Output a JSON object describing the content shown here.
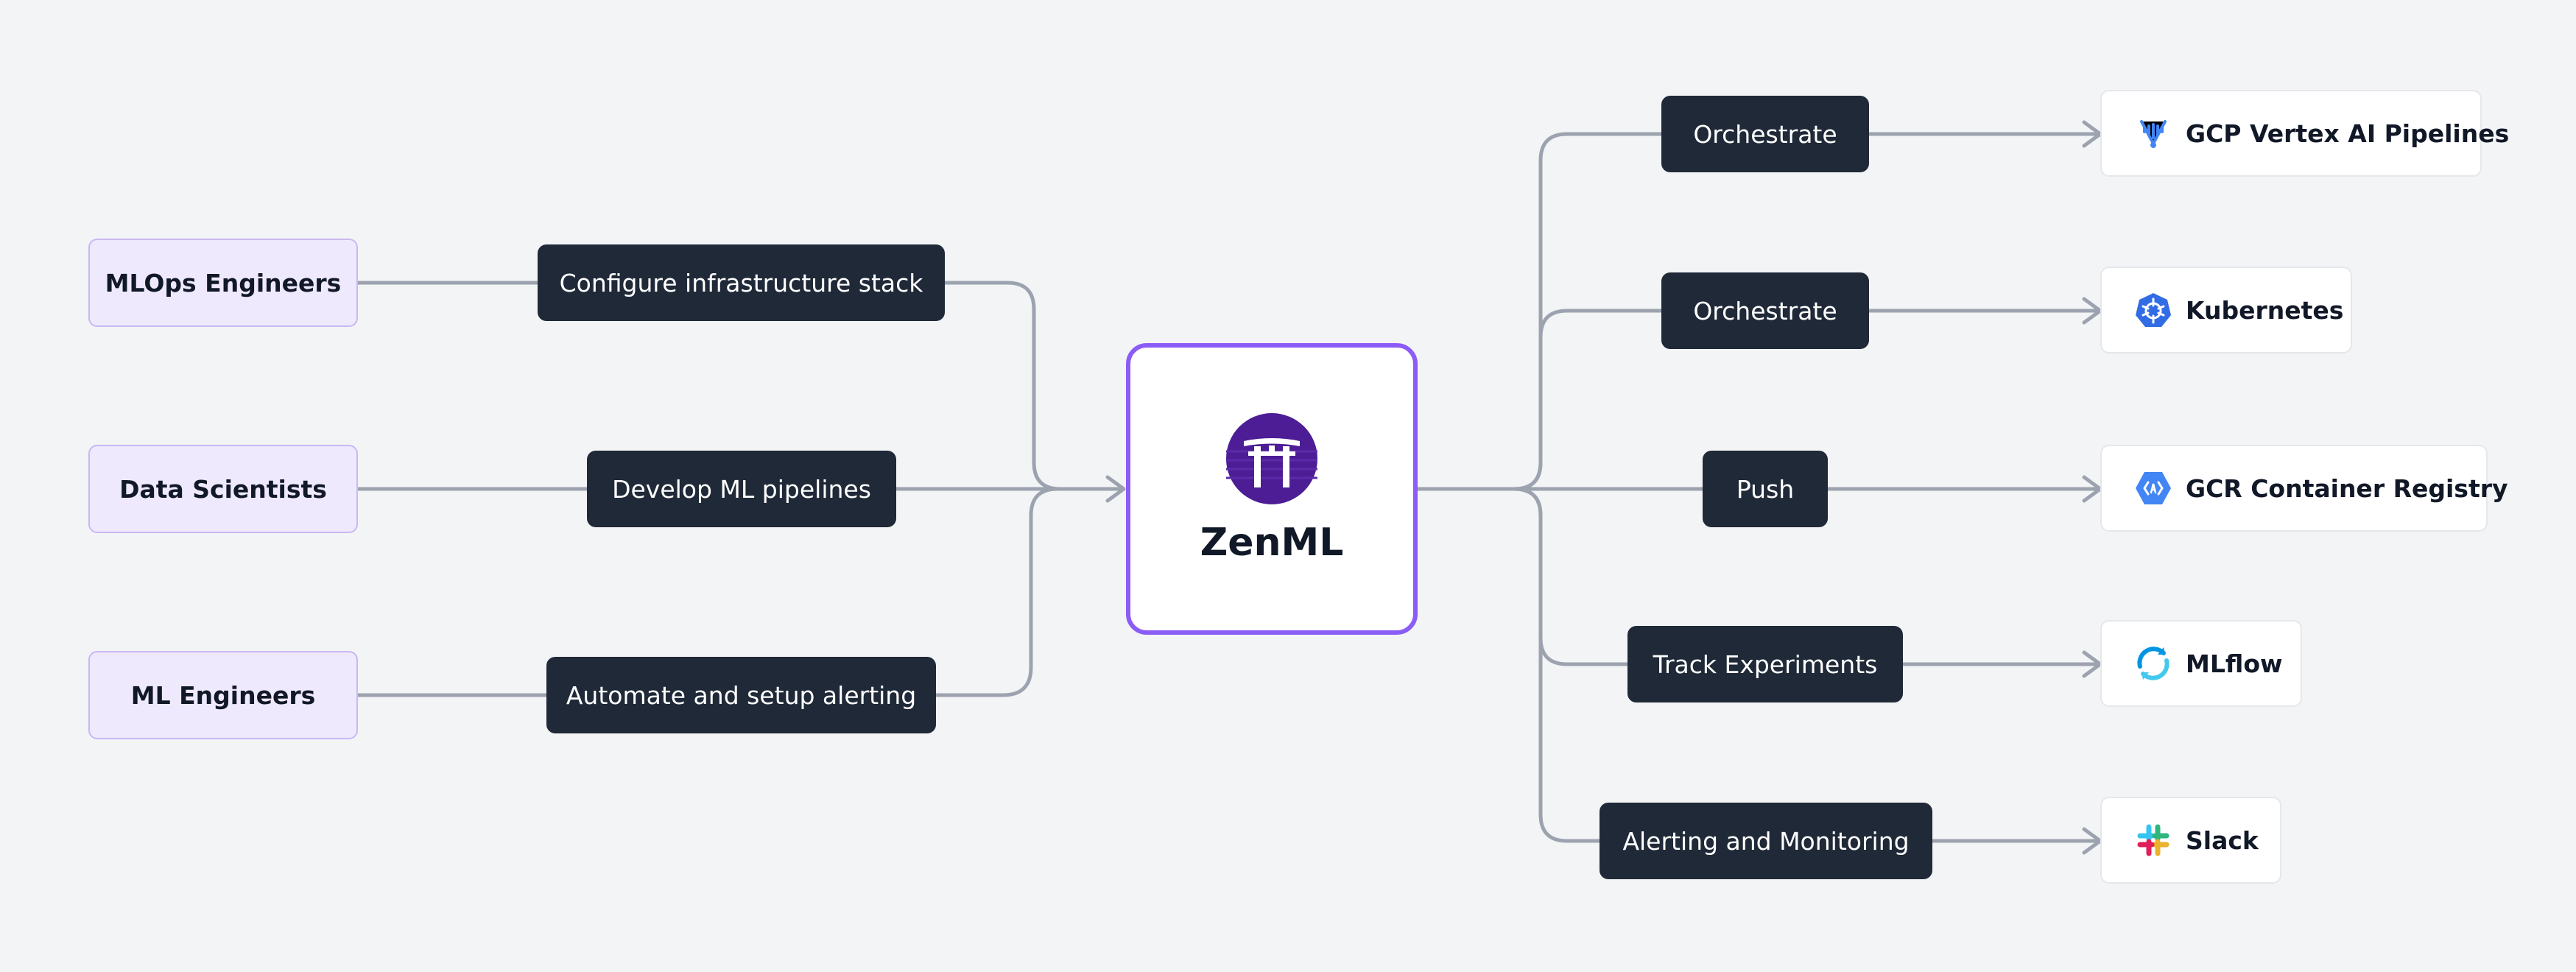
{
  "hub": {
    "name": "ZenML",
    "logo": "zenml-torii-logo"
  },
  "roles": [
    {
      "label": "MLOps Engineers"
    },
    {
      "label": "Data Scientists"
    },
    {
      "label": "ML Engineers"
    }
  ],
  "inputs": [
    {
      "label": "Configure infrastructure stack"
    },
    {
      "label": "Develop ML pipelines"
    },
    {
      "label": "Automate and setup alerting"
    }
  ],
  "outputs": [
    {
      "label": "Orchestrate"
    },
    {
      "label": "Orchestrate"
    },
    {
      "label": "Push"
    },
    {
      "label": "Track Experiments"
    },
    {
      "label": "Alerting and Monitoring"
    }
  ],
  "tools": [
    {
      "label": "GCP Vertex AI Pipelines",
      "icon": "vertex-ai-icon"
    },
    {
      "label": "Kubernetes",
      "icon": "kubernetes-icon"
    },
    {
      "label": "GCR Container Registry",
      "icon": "gcr-icon"
    },
    {
      "label": "MLflow",
      "icon": "mlflow-icon"
    },
    {
      "label": "Slack",
      "icon": "slack-icon"
    }
  ],
  "colors": {
    "background": "#f3f4f6",
    "connector": "#9ca3af",
    "action_box": "#1f2937",
    "role_fill": "#efe9fd",
    "role_border": "#c9b8f3",
    "hub_border": "#8b5cf6",
    "logo": "#4c1d95"
  }
}
